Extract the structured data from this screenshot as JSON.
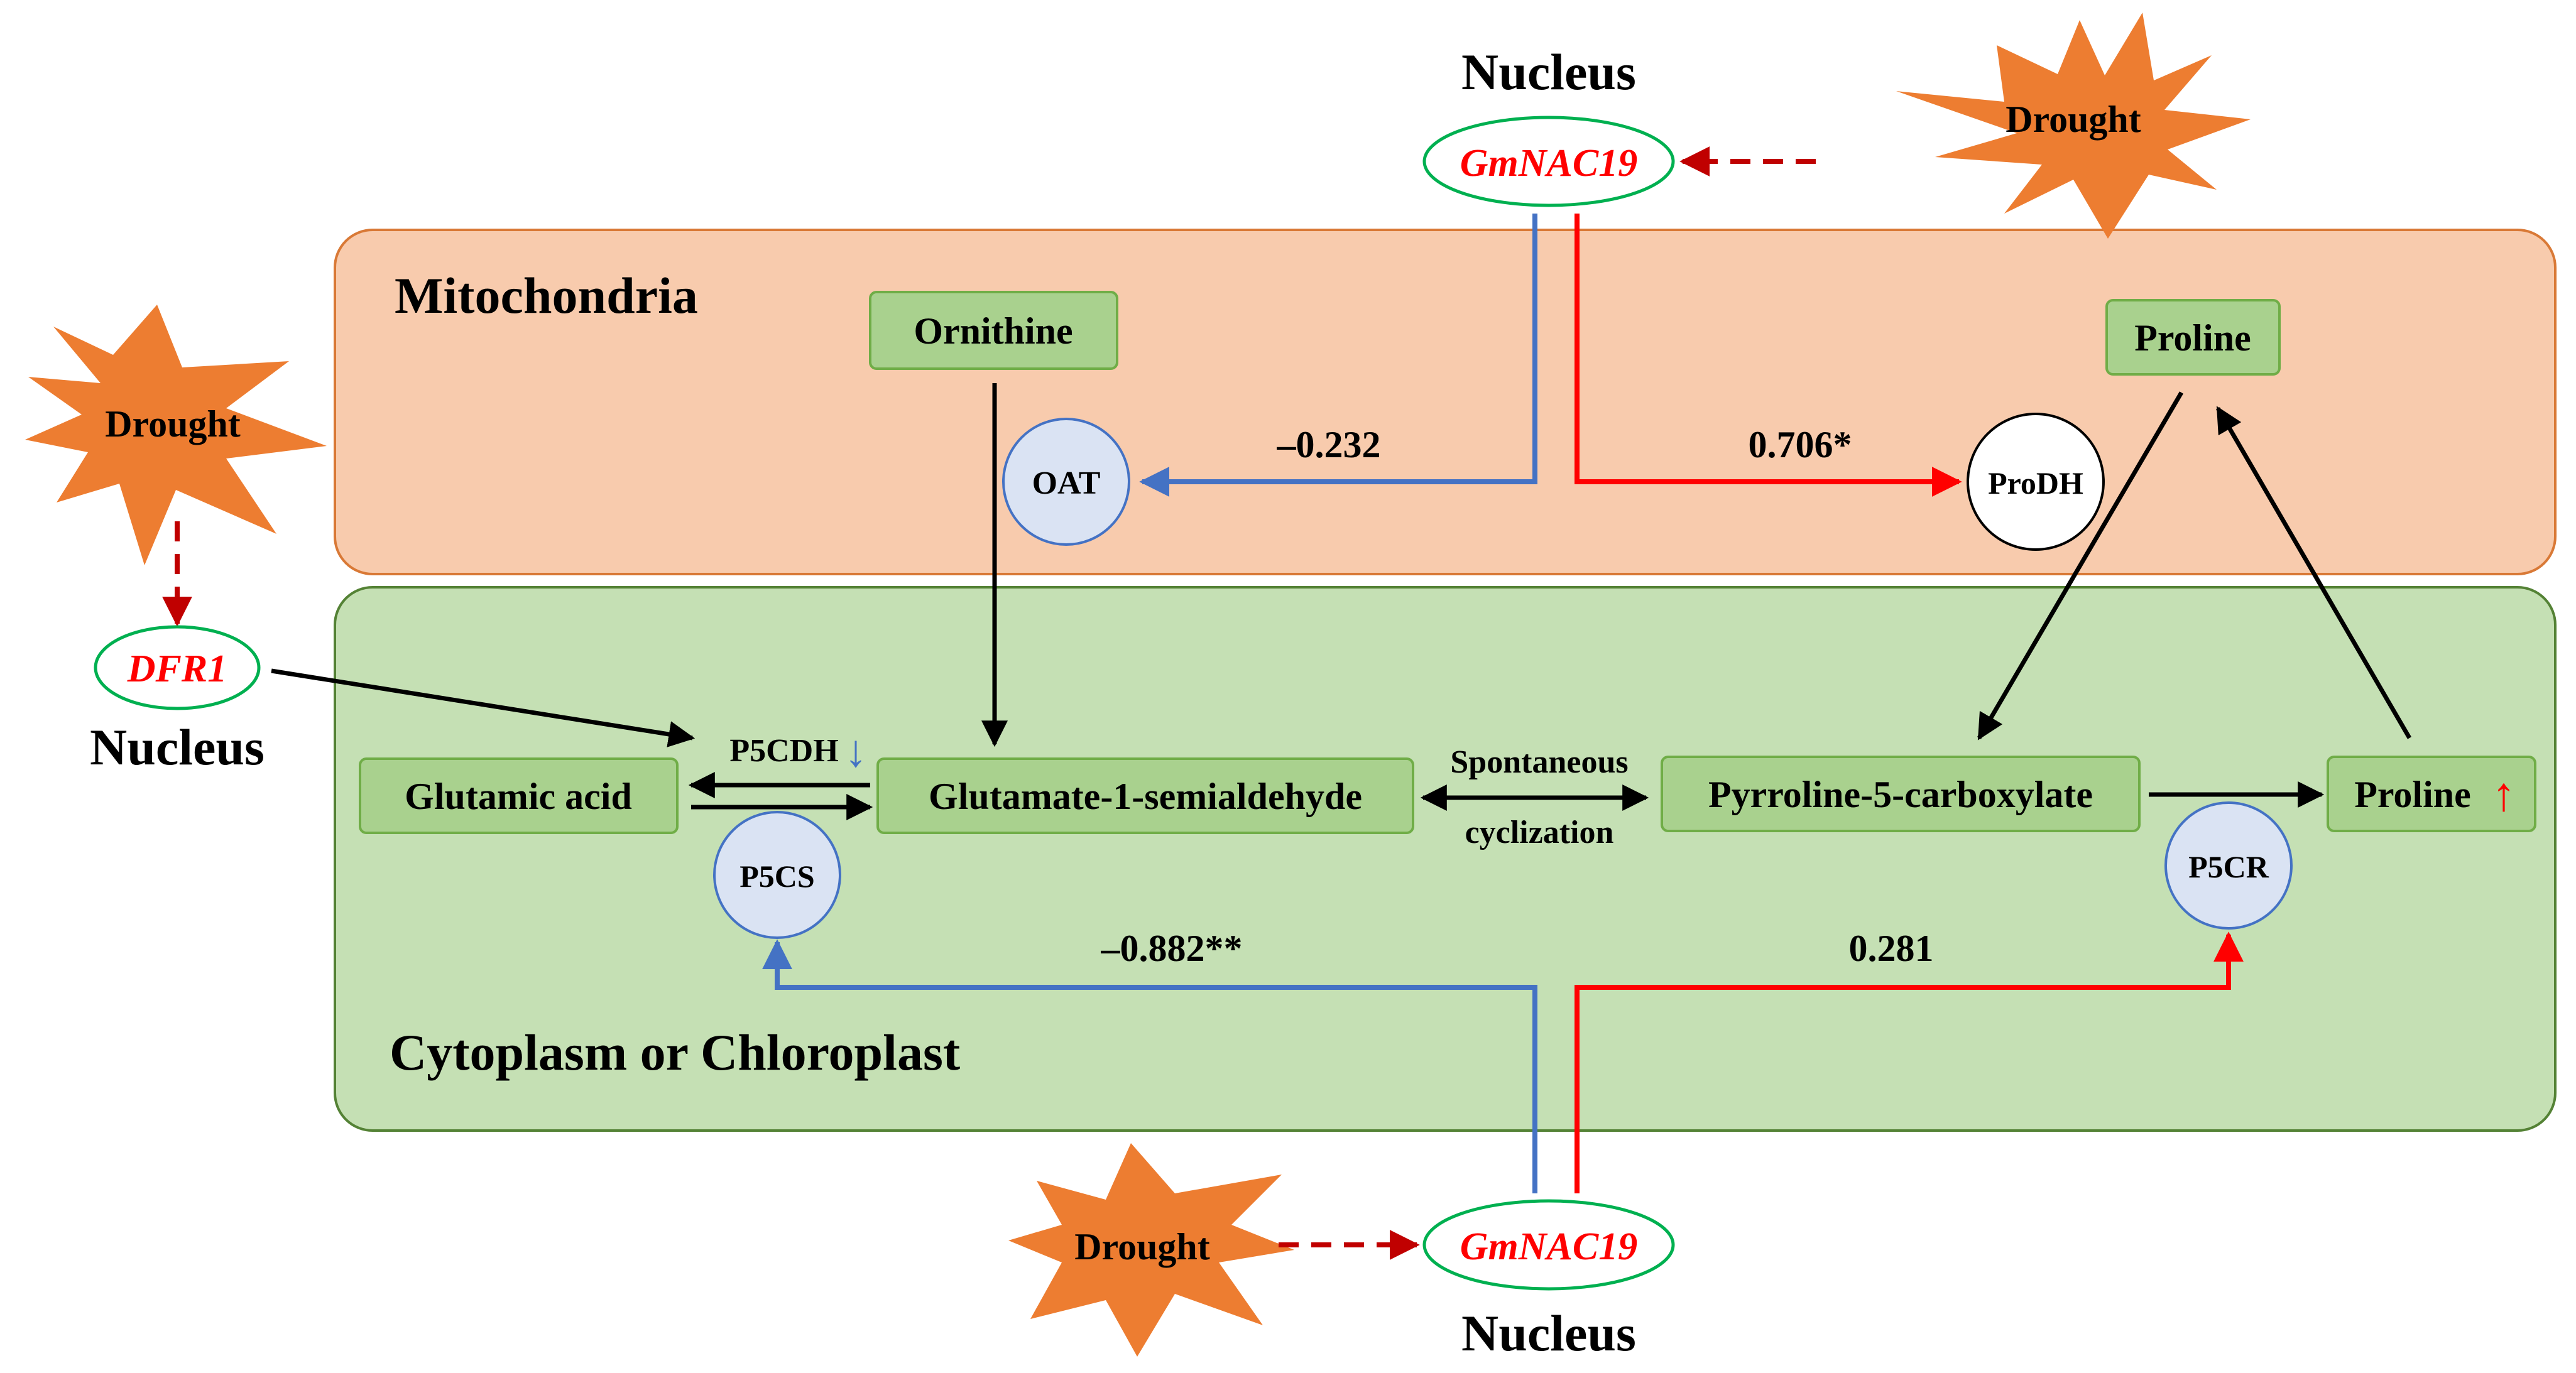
{
  "colors": {
    "mito_fill": "#f8cbad",
    "mito_stroke": "#d97936",
    "cyto_fill": "#c5e0b4",
    "cyto_stroke": "#548235",
    "box_fill": "#a9d18e",
    "box_stroke": "#70ad47",
    "enzyme_fill": "#dae3f3",
    "enzyme_stroke": "#4472c4",
    "gene_stroke": "#00b050",
    "gene_text": "#ff0000",
    "drought_fill": "#ed7d31",
    "blue_line": "#4472c4",
    "red_line": "#ff0000",
    "dashed": "#c00000",
    "black": "#000000"
  },
  "compartments": {
    "mitochondria": "Mitochondria",
    "cytoplasm": "Cytoplasm or Chloroplast"
  },
  "nucleus_labels": {
    "top": "Nucleus",
    "left": "Nucleus",
    "bottom": "Nucleus"
  },
  "genes": {
    "top": "GmNAC19",
    "left": "DFR1",
    "bottom": "GmNAC19"
  },
  "drought_labels": {
    "top_right": "Drought",
    "left": "Drought",
    "bottom": "Drought"
  },
  "metabolites": {
    "ornithine": "Ornithine",
    "proline_mito": "Proline",
    "glutamic_acid": "Glutamic acid",
    "g1s": "Glutamate-1-semialdehyde",
    "p5c": "Pyrroline-5-carboxylate",
    "proline_cyto": "Proline"
  },
  "enzymes": {
    "oat": "OAT",
    "prodh": "ProDH",
    "p5cs": "P5CS",
    "p5cr": "P5CR",
    "p5cdh": "P5CDH"
  },
  "indicators": {
    "p5cdh_down": "↓",
    "proline_up": "↑"
  },
  "correlations": {
    "oat": "–0.232",
    "prodh": "0.706*",
    "p5cs": "–0.882**",
    "p5cr": "0.281"
  },
  "reaction_labels": {
    "spontaneous_1": "Spontaneous",
    "spontaneous_2": "cyclization"
  }
}
